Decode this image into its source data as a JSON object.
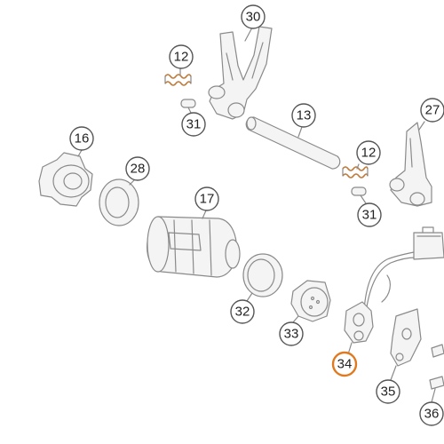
{
  "callouts": [
    {
      "id": "c30",
      "label": "30"
    },
    {
      "id": "c12a",
      "label": "12"
    },
    {
      "id": "c31a",
      "label": "31"
    },
    {
      "id": "c13",
      "label": "13"
    },
    {
      "id": "c27",
      "label": "27"
    },
    {
      "id": "c16",
      "label": "16"
    },
    {
      "id": "c28",
      "label": "28"
    },
    {
      "id": "c17",
      "label": "17"
    },
    {
      "id": "c12b",
      "label": "12"
    },
    {
      "id": "c31b",
      "label": "31"
    },
    {
      "id": "c32",
      "label": "32"
    },
    {
      "id": "c33",
      "label": "33"
    },
    {
      "id": "c34",
      "label": "34",
      "highlight": true
    },
    {
      "id": "c35",
      "label": "35"
    },
    {
      "id": "c36",
      "label": "36"
    }
  ],
  "colors": {
    "highlight": "#e07a20",
    "line": "#8a8a8a",
    "spring": "#c07a3a"
  }
}
